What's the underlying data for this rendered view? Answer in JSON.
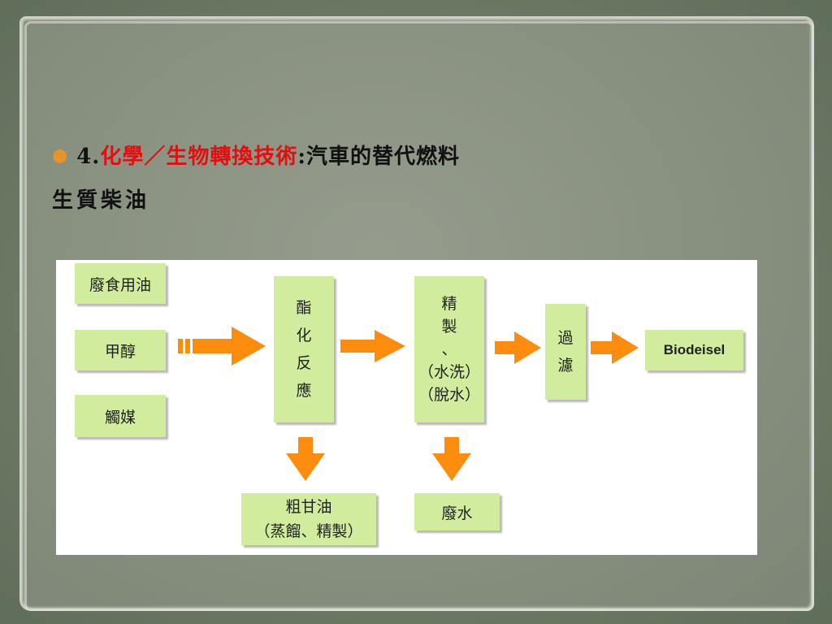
{
  "slide": {
    "bullet_number": "4.",
    "title_highlight": "化學／生物轉換技術",
    "title_rest": ":汽車的替代燃料",
    "subtitle": "生質柴油"
  },
  "diagram": {
    "inputs": [
      "廢食用油",
      "甲醇",
      "觸媒"
    ],
    "step1": [
      "酯",
      "化",
      "反",
      "應"
    ],
    "step2": [
      "精",
      "製",
      "、",
      "（水洗）",
      "（脫水）"
    ],
    "step3": [
      "過",
      "濾"
    ],
    "output": "Biodeisel",
    "byproduct1": [
      "粗甘油",
      "（蒸餾、精製）"
    ],
    "byproduct2": "廢水",
    "colors": {
      "box": "#d2ec9d",
      "arrow": "#fb8c0e",
      "highlight_text": "#e01010"
    }
  }
}
